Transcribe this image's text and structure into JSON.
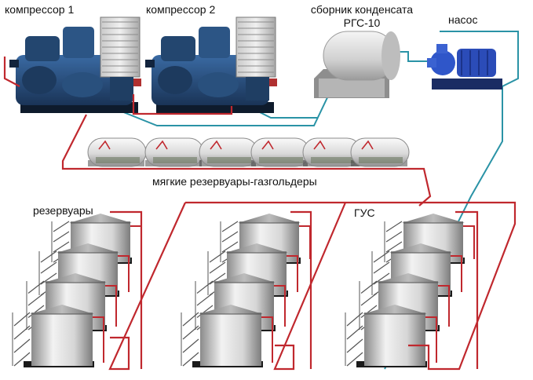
{
  "labels": {
    "compressor1": "компрессор 1",
    "compressor2": "компрессор 2",
    "collector_line1": "сборник конденсата",
    "collector_line2": "РГС-10",
    "pump": "насос",
    "gasholders": "мягкие резервуары-газгольдеры",
    "tanks": "резервуары",
    "gus": "ГУС"
  },
  "colors": {
    "gas_line": "#c0282e",
    "condensate_line": "#2a93a6",
    "compressor_body": "#23466f",
    "tank": "#dcdcdc",
    "gasholder": "#d8d8d8"
  },
  "icons": {
    "compressor": "compressor-unit-icon",
    "collector": "horizontal-tank-icon",
    "pump": "centrifugal-pump-icon",
    "gasholder": "soft-gasholder-icon",
    "tank": "vertical-tank-icon"
  }
}
